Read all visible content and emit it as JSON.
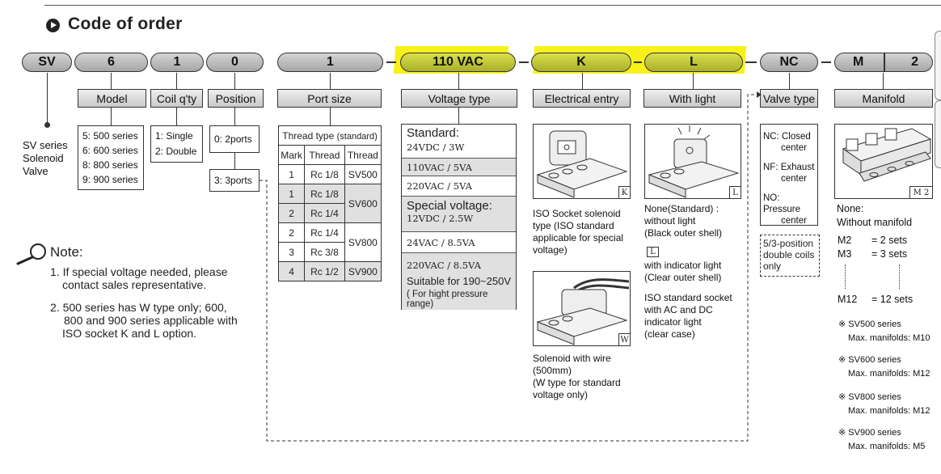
{
  "section": {
    "title": "Code of order"
  },
  "code_pills": {
    "sv": "SV",
    "model": "6",
    "coil": "1",
    "position": "0",
    "port": "1",
    "voltage": "110 VAC",
    "entry": "K",
    "light": "L",
    "valve": "NC",
    "manifold": "M",
    "manifold_num": "2"
  },
  "headers": {
    "model": "Model",
    "coil": "Coil q'ty",
    "position": "Position",
    "port_size": "Port size",
    "voltage_type": "Voltage type",
    "electrical_entry": "Electrical entry",
    "with_light": "With light",
    "valve_type": "Valve type",
    "manifold": "Manifold"
  },
  "series_label": [
    "SV series",
    "Solenoid",
    "Valve"
  ],
  "model_options": [
    "5: 500 series",
    "6: 600 series",
    "8: 800 series",
    "9: 900 series"
  ],
  "coil_options": [
    "1: Single",
    "2: Double"
  ],
  "position_options": [
    "0: 2ports",
    "3: 3ports"
  ],
  "thread_table": {
    "title": "Thread type",
    "title_suffix": "(standard)",
    "columns": [
      "Mark",
      "Thread",
      "Thread"
    ],
    "rows": [
      {
        "mark": "1",
        "thread": "Rc 1/8",
        "series": "SV500"
      },
      {
        "mark": "1",
        "thread": "Rc 1/8",
        "series": "SV600"
      },
      {
        "mark": "2",
        "thread": "Rc 1/4",
        "series": ""
      },
      {
        "mark": "2",
        "thread": "Rc 1/4",
        "series": "SV800"
      },
      {
        "mark": "3",
        "thread": "Rc 3/8",
        "series": ""
      },
      {
        "mark": "4",
        "thread": "Rc 1/2",
        "series": "SV900"
      }
    ]
  },
  "voltage": {
    "standard_label": "Standard:",
    "standard": [
      "24VDC / 3W",
      "110VAC / 5VA",
      "220VAC / 5VA"
    ],
    "special_label": "Special voltage:",
    "special": [
      "12VDC / 2.5W",
      "24VAC / 8.5VA",
      "220VAC / 8.5VA"
    ],
    "suitable": "Suitable for 190~250V",
    "range_note": "( For hight pressure range)"
  },
  "entry": {
    "k_tag": "K",
    "k_desc": [
      "ISO Socket solenoid",
      "type (ISO standard",
      "applicable for special",
      "voltage)"
    ],
    "w_tag": "W",
    "w_desc": [
      "Solenoid with wire",
      "(500mm)",
      "(W type for standard",
      "voltage only)"
    ]
  },
  "light": {
    "tag": "L",
    "none_desc": [
      "None(Standard) :",
      "without light",
      "(Black outer shell)"
    ],
    "l_badge": "L",
    "l_desc": [
      "with indicator light",
      "(Clear outer shell)"
    ],
    "iso_desc": [
      "ISO standard socket",
      "with AC and DC",
      "indicator light",
      "(clear case)"
    ]
  },
  "valve_type": {
    "options": [
      [
        "NC: Closed",
        "center"
      ],
      [
        "NF: Exhaust",
        "center"
      ],
      [
        "NO: Pressure",
        "center"
      ]
    ],
    "note": [
      "5/3-position",
      "double coils",
      "only"
    ]
  },
  "manifold": {
    "tag": "M 2",
    "none_label": "None:",
    "none_desc": "Without manifold",
    "sets": [
      {
        "code": "M2",
        "text": "= 2 sets"
      },
      {
        "code": "M3",
        "text": "= 3 sets"
      },
      {
        "code": "M12",
        "text": "= 12 sets"
      }
    ],
    "series_max": [
      {
        "series": "SV500 series",
        "max": "Max. manifolds: M10"
      },
      {
        "series": "SV600 series",
        "max": "Max. manifolds: M12"
      },
      {
        "series": "SV800 series",
        "max": "Max. manifolds: M12"
      },
      {
        "series": "SV900 series",
        "max": "Max. manifolds: M5"
      }
    ],
    "mark": "※"
  },
  "note": {
    "title": "Note:",
    "items": [
      [
        "1. If special voltage needed, please",
        "contact sales representative."
      ],
      [
        "2. 500 series has W type only; 600,",
        "800 and 900 series applicable with",
        "ISO socket K and L option."
      ]
    ]
  }
}
